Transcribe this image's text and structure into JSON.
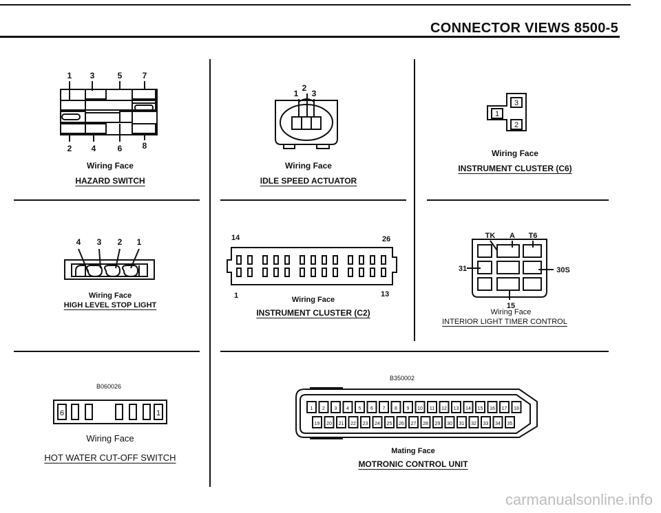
{
  "header": {
    "title": "CONNECTOR VIEWS 8500-5"
  },
  "hazard_switch": {
    "pins_top": [
      "1",
      "3",
      "5",
      "7"
    ],
    "pins_bottom": [
      "2",
      "4",
      "6",
      "8"
    ],
    "face": "Wiring Face",
    "name": "HAZARD SWITCH"
  },
  "idle_speed_actuator": {
    "pins": [
      "1",
      "2",
      "3"
    ],
    "face": "Wiring Face",
    "name": "IDLE SPEED ACTUATOR"
  },
  "instrument_cluster_c6": {
    "pins": [
      "3",
      "1",
      "2"
    ],
    "face": "Wiring Face",
    "name": "INSTRUMENT CLUSTER (C6)"
  },
  "high_level_stop_light": {
    "pins": [
      "4",
      "3",
      "2",
      "1"
    ],
    "face": "Wiring Face",
    "name": "HIGH LEVEL STOP LIGHT"
  },
  "instrument_cluster_c2": {
    "pin_top_left": "14",
    "pin_top_right": "26",
    "pin_bottom_left": "1",
    "pin_bottom_right": "13",
    "face": "Wiring Face",
    "name": "INSTRUMENT CLUSTER (C2)"
  },
  "interior_light_timer": {
    "pins_top": [
      "TK",
      "A",
      "T6"
    ],
    "pin_left": "31",
    "pin_right": "30S",
    "pin_bottom": "15",
    "face": "Wiring Face",
    "name": "INTERIOR LIGHT TIMER CONTROL"
  },
  "hot_water_cutoff": {
    "code": "B060026",
    "pin_left": "6",
    "pin_right": "1",
    "face": "Wiring Face",
    "name": "HOT WATER CUT-OFF SWITCH"
  },
  "motronic": {
    "code": "B350002",
    "top_pins": [
      "1",
      "2",
      "3",
      "4",
      "5",
      "6",
      "7",
      "8",
      "9",
      "10",
      "11",
      "12",
      "13",
      "14",
      "15",
      "16",
      "17",
      "18"
    ],
    "bottom_pins": [
      "19",
      "20",
      "21",
      "22",
      "23",
      "24",
      "25",
      "26",
      "27",
      "28",
      "29",
      "30",
      "31",
      "32",
      "33",
      "34",
      "35"
    ],
    "face": "Mating Face",
    "name": "MOTRONIC CONTROL UNIT"
  },
  "watermark": "carmanualsonline.info"
}
